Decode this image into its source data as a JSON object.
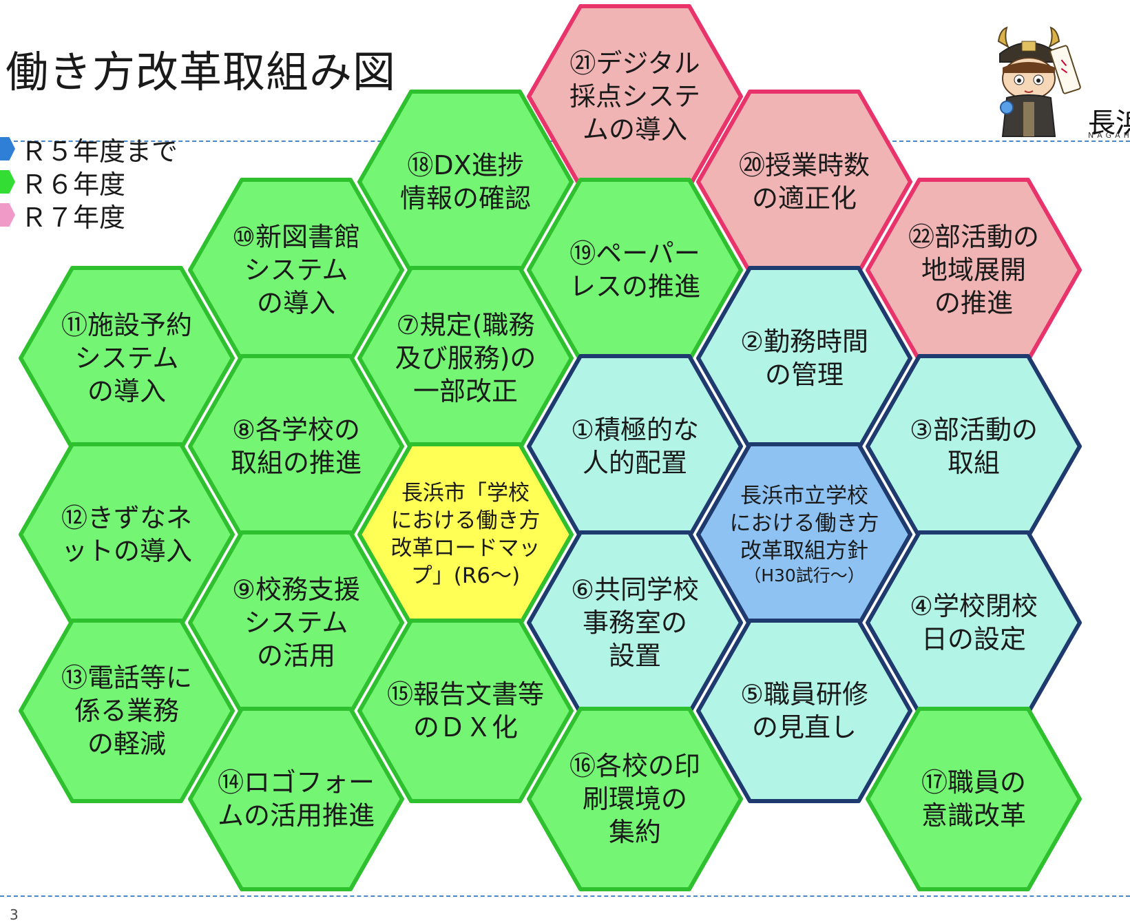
{
  "title": "働き方改革取組み図",
  "page_number": "3",
  "logo_text": "長浜市",
  "logo_subtext": "NAGAHAMA",
  "legend": [
    {
      "label": "Ｒ５年度まで",
      "color": "#2f7fd6"
    },
    {
      "label": "Ｒ６年度",
      "color": "#33dd33"
    },
    {
      "label": "Ｒ７年度",
      "color": "#f09ac8"
    }
  ],
  "colors": {
    "r5_fill": "#b2f5e6",
    "r5_border": "#1f3a6e",
    "r6_fill": "#74f574",
    "r6_border": "#2ec02e",
    "r7_fill": "#f0b4b4",
    "r7_border": "#e8336b",
    "center_fill": "#8ec2f2",
    "roadmap_fill": "#ffff55"
  },
  "hexes": [
    {
      "id": "h21",
      "lines": [
        "㉑デジタル",
        "採点システ",
        "ムの導入"
      ]
    },
    {
      "id": "h18",
      "lines": [
        "⑱DX進捗",
        "情報の確認"
      ]
    },
    {
      "id": "h20",
      "lines": [
        "⑳授業時数",
        "の適正化"
      ]
    },
    {
      "id": "h10",
      "lines": [
        "⑩新図書館",
        "システム",
        "の導入"
      ]
    },
    {
      "id": "h19",
      "lines": [
        "⑲ペーパー",
        "レスの推進"
      ]
    },
    {
      "id": "h22",
      "lines": [
        "㉒部活動の",
        "地域展開",
        "の推進"
      ]
    },
    {
      "id": "h11",
      "lines": [
        "⑪施設予約",
        "システム",
        "の導入"
      ]
    },
    {
      "id": "h7",
      "lines": [
        "⑦規定(職務",
        "及び服務)の",
        "一部改正"
      ]
    },
    {
      "id": "h2",
      "lines": [
        "②勤務時間",
        "の管理"
      ]
    },
    {
      "id": "h8",
      "lines": [
        "⑧各学校の",
        "取組の推進"
      ]
    },
    {
      "id": "h1",
      "lines": [
        "①積極的な",
        "人的配置"
      ]
    },
    {
      "id": "h3",
      "lines": [
        "③部活動の",
        "取組"
      ]
    },
    {
      "id": "h12",
      "lines": [
        "⑫きずなネ",
        "ットの導入"
      ]
    },
    {
      "id": "hroad",
      "lines": [
        "長浜市「学校",
        "における働き方",
        "改革ロードマッ",
        "プ」(R6～)"
      ]
    },
    {
      "id": "hcenter",
      "lines": [
        "長浜市立学校",
        "における働き方",
        "改革取組方針"
      ],
      "sub": "（H30試行～）"
    },
    {
      "id": "h9",
      "lines": [
        "⑨校務支援",
        "システム",
        "の活用"
      ]
    },
    {
      "id": "h6",
      "lines": [
        "⑥共同学校",
        "事務室の",
        "設置"
      ]
    },
    {
      "id": "h4",
      "lines": [
        "④学校閉校",
        "日の設定"
      ]
    },
    {
      "id": "h13",
      "lines": [
        "⑬電話等に",
        "係る業務",
        "の軽減"
      ]
    },
    {
      "id": "h15",
      "lines": [
        "⑮報告文書等",
        "のＤＸ化"
      ]
    },
    {
      "id": "h5",
      "lines": [
        "⑤職員研修",
        "の見直し"
      ]
    },
    {
      "id": "h16",
      "lines": [
        "⑯各校の印",
        "刷環境の",
        "集約"
      ]
    },
    {
      "id": "h14",
      "lines": [
        "⑭ロゴフォー",
        "ムの活用推進"
      ]
    },
    {
      "id": "h17",
      "lines": [
        "⑰職員の",
        "意識改革"
      ]
    }
  ]
}
